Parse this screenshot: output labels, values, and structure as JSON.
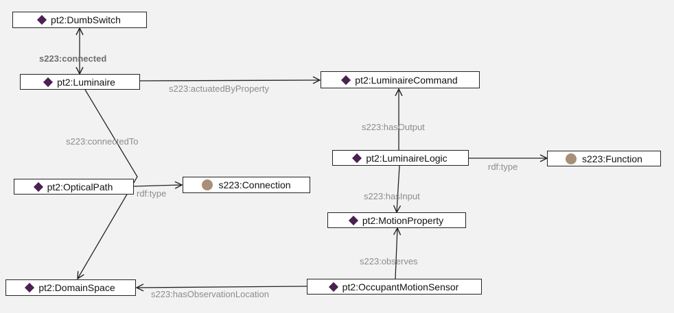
{
  "colors": {
    "background": "#f2f2f2",
    "individual_icon": "#4b2151",
    "class_icon": "#a88f7a",
    "edge": "#222222",
    "edge_label": "#8c8c8c"
  },
  "nodes": {
    "dumbswitch": {
      "label": "pt2:DumbSwitch",
      "icon": "diamond-icon"
    },
    "luminaire": {
      "label": "pt2:Luminaire",
      "icon": "diamond-icon"
    },
    "luminairecommand": {
      "label": "pt2:LuminaireCommand",
      "icon": "diamond-icon"
    },
    "luminairelogic": {
      "label": "pt2:LuminaireLogic",
      "icon": "diamond-icon"
    },
    "function": {
      "label": "s223:Function",
      "icon": "circle-icon"
    },
    "opticalpath": {
      "label": "pt2:OpticalPath",
      "icon": "diamond-icon"
    },
    "connection": {
      "label": "s223:Connection",
      "icon": "circle-icon"
    },
    "motionproperty": {
      "label": "pt2:MotionProperty",
      "icon": "diamond-icon"
    },
    "domainspace": {
      "label": "pt2:DomainSpace",
      "icon": "diamond-icon"
    },
    "occupantmotionsensor": {
      "label": "pt2:OccupantMotionSensor",
      "icon": "diamond-icon"
    }
  },
  "edges": {
    "connected": {
      "label": "s223:connected"
    },
    "actuatedByProperty": {
      "label": "s223:actuatedByProperty"
    },
    "connectedTo": {
      "label": "s223:connectedTo"
    },
    "hasOutput": {
      "label": "s223:hasOutput"
    },
    "logicType": {
      "label": "rdf:type"
    },
    "opticalType": {
      "label": "rdf:type"
    },
    "hasInput": {
      "label": "s223:hasInput"
    },
    "observes": {
      "label": "s223:observes"
    },
    "hasObservationLocation": {
      "label": "s223:hasObservationLocation"
    }
  }
}
